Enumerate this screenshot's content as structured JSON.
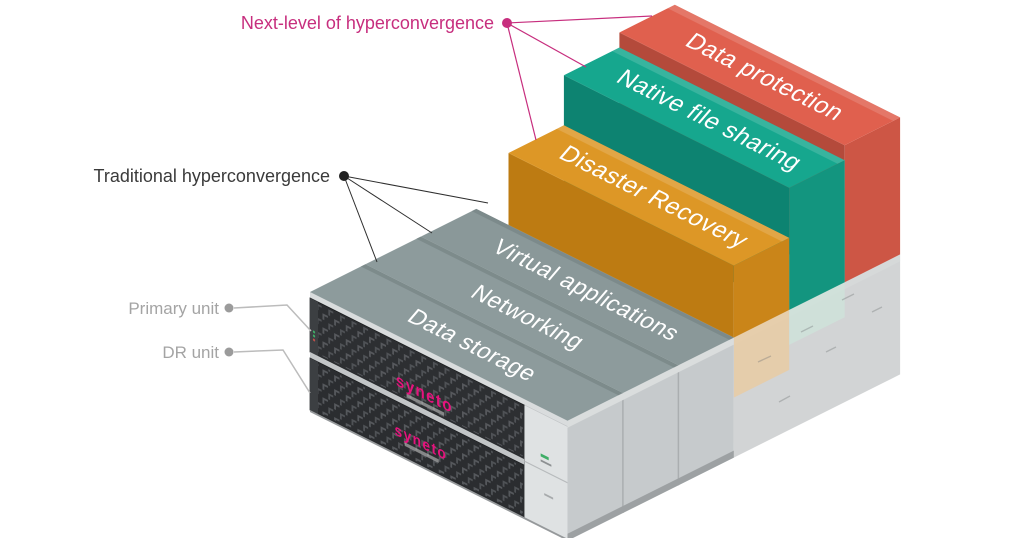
{
  "figure": {
    "annotations": {
      "next_level": "Next-level of hyperconvergence",
      "traditional": "Traditional hyperconvergence",
      "primary_unit": "Primary unit",
      "dr_unit": "DR unit"
    },
    "traditional_layers": [
      "Data storage",
      "Networking",
      "Virtual applications"
    ],
    "next_level_layers": [
      "Disaster Recovery",
      "Native file sharing",
      "Data protection"
    ],
    "brand": "syneto",
    "colors": {
      "accent_pink": "#c72e7e",
      "orange_top": "#dd9726",
      "teal_top": "#16a78e",
      "red_top": "#e0604e",
      "gray_layer": "#8d9b9c"
    }
  }
}
